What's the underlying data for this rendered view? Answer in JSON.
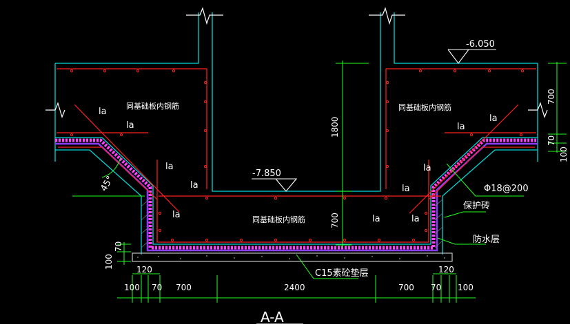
{
  "drawing": {
    "title": "A-A",
    "elevations": {
      "top": "-6.050",
      "pit_bottom": "-7.850"
    },
    "labels": {
      "rebar_note_left": "同基础板内钢筋",
      "rebar_note_right": "同基础板内钢筋",
      "rebar_note_bottom": "同基础板内钢筋",
      "anchorage": "la",
      "rebar_spec": "Φ18@200",
      "protective_layer": "保护砖",
      "waterproof_layer": "防水层",
      "cushion_layer": "C15素砼垫层",
      "angle": "45°"
    },
    "dimensions": {
      "bottom": [
        "100",
        "70",
        "700",
        "2400",
        "700",
        "70",
        "100"
      ],
      "bottom_120_left": "120",
      "bottom_120_right": "120",
      "right": [
        "700",
        "70",
        "100"
      ],
      "left": [
        "70",
        "100"
      ],
      "pit_depth": "1800",
      "pit_slab": "700"
    },
    "colors": {
      "background": "#000000",
      "concrete_outline": "#00d8d8",
      "rebar": "#ff2020",
      "waterproof": "#ff40ff",
      "dimension": "#20ff20",
      "text": "#ffffff"
    }
  }
}
